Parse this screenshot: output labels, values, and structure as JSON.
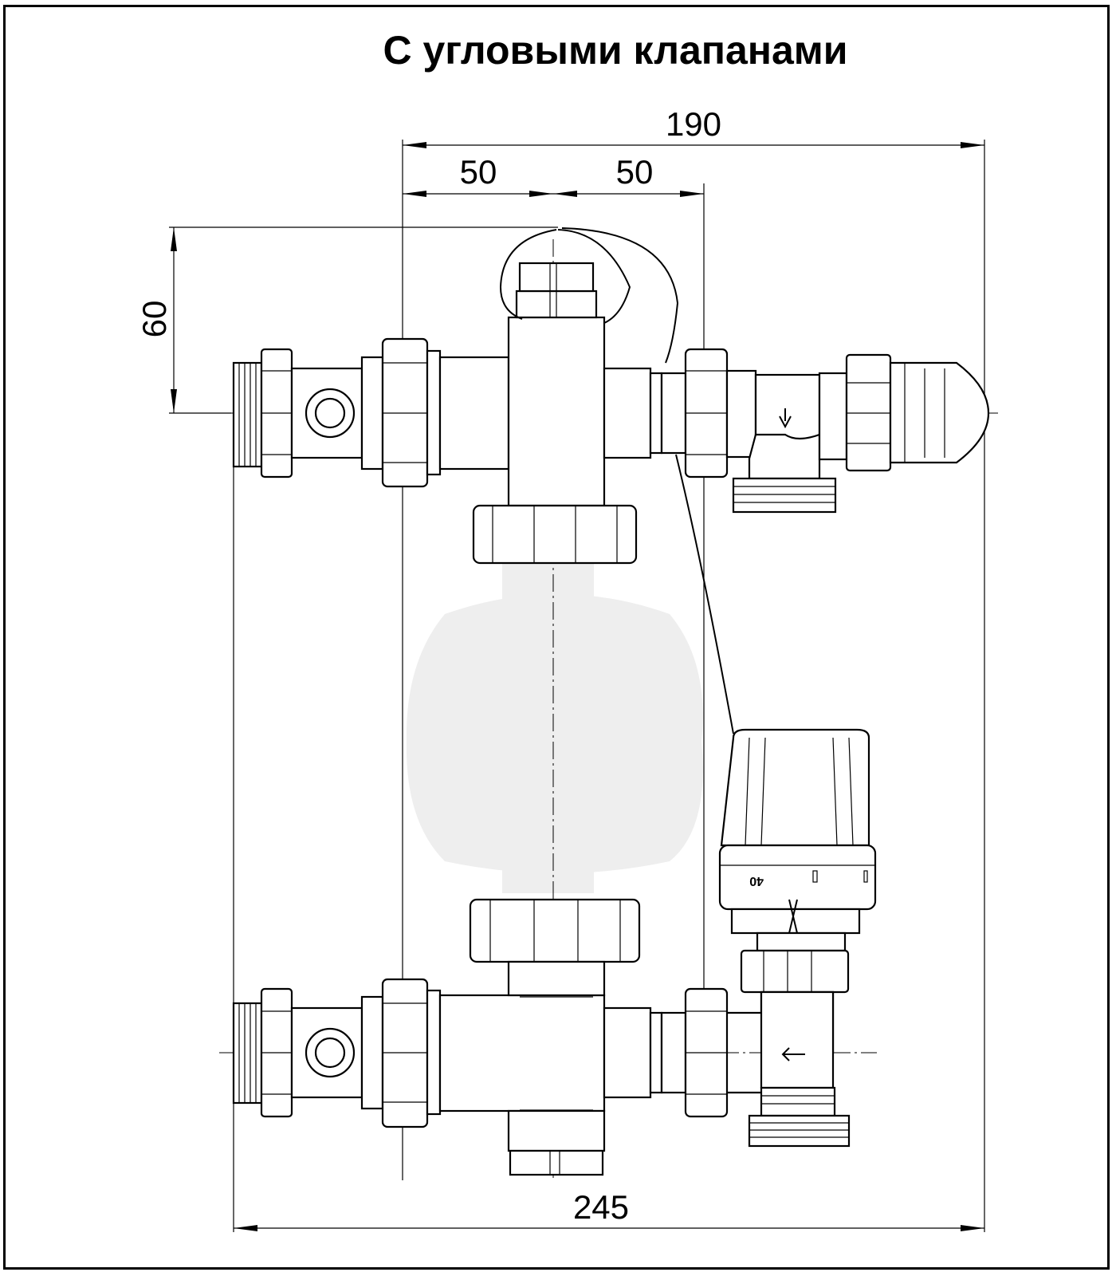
{
  "title": "С угловыми клапанами",
  "dimensions": {
    "overall_top": "190",
    "left_segment": "50",
    "right_segment": "50",
    "vertical": "60",
    "overall_bottom": "245"
  },
  "thermostat_scale": {
    "mark_40": "40"
  }
}
